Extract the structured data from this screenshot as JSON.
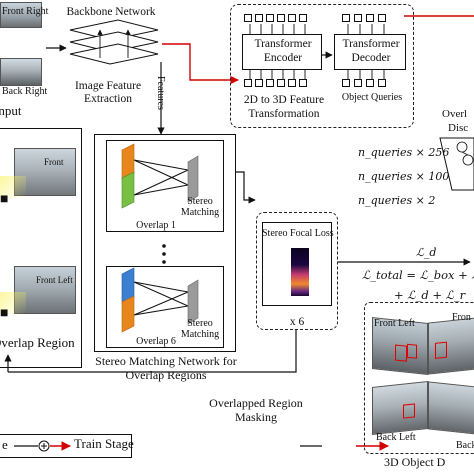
{
  "input": {
    "label": "Input",
    "cams": [
      "Front Right",
      "Back Right"
    ]
  },
  "backbone": {
    "title": "Backbone Network",
    "caption": "Image Feature Extraction",
    "features_label": "Features"
  },
  "transformer": {
    "encoder": "Transformer Encoder",
    "decoder": "Transformer Decoder",
    "caption": "2D to 3D Feature Transformation",
    "queries": "Object Queries"
  },
  "overlap": {
    "title": "Overlap Region",
    "front_label": "Front",
    "front_left_label": "Front Left"
  },
  "stereo": {
    "matching": "Stereo Matching",
    "overlap1": "Overlap 1",
    "overlap6": "Overlap 6",
    "network_caption": "Stereo Matching Network for Overlap Regions"
  },
  "focal": {
    "title": "Stereo Focal Loss",
    "repeat": "x 6"
  },
  "masking": {
    "caption": "Overlapped Region Masking"
  },
  "discriminator": {
    "title_line1": "Overl",
    "title_line2": "Disc",
    "dims": [
      "n_queries × 256",
      "n_queries × 100",
      "n_queries × 2"
    ]
  },
  "loss": {
    "ld": "ℒ_d",
    "total_line1": "ℒ_total = ℒ_box + ℒ",
    "total_line2": "+ ℒ_d + ℒ_r"
  },
  "detection": {
    "caption": "3D Object D",
    "labels": [
      "Front Left",
      "Fron",
      "Back Left",
      "Back"
    ]
  },
  "legend": {
    "stage_prefix": "e",
    "train_stage": "Train Stage"
  },
  "colors": {
    "train_arrow": "#d40000",
    "orange": "#e8861c",
    "green": "#77c043",
    "blue": "#3b7fd1",
    "gray": "#9a9a9a"
  }
}
